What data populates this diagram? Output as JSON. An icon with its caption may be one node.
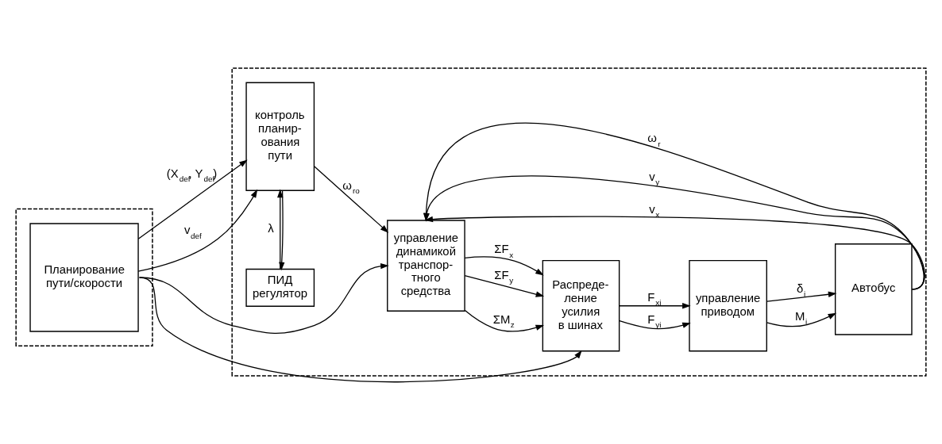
{
  "diagram": {
    "nodes": [
      {
        "text": [],
        "shape": "box"
      },
      {
        "text": [
          "Планирование пути/скорости"
        ],
        "in": 0
      },
      {
        "text": [],
        "shape": "box"
      },
      {
        "text": [
          "контроль планир- ования пути"
        ],
        "in": 2
      },
      {
        "text": [
          "ПИД регулятор"
        ],
        "in": 2
      },
      {
        "text": [
          "управление динамикой транспор- тного средства"
        ],
        "in": 2
      },
      {
        "text": [
          "Распреде- ление усилия в шинах"
        ],
        "in": 2
      },
      {
        "text": [
          "управление приводом"
        ],
        "in": 2
      },
      {
        "text": [
          "Автобус"
        ],
        "in": 2
      }
    ],
    "edges": [
      {
        "from": 1,
        "to": 3,
        "arrow": "to",
        "label": "(X$_{def}$, Y$_{def}$)"
      },
      {
        "from": 1,
        "to": 3,
        "arrow": "to",
        "label": "v$_{def}$"
      },
      {
        "from": 1,
        "to": 5,
        "arrow": "to"
      },
      {
        "from": 1,
        "to": 6,
        "arrow": "to"
      },
      {
        "from": 3,
        "to": 5,
        "arrow": "to",
        "label": "ω$_{ro}$"
      },
      {
        "from": 3,
        "to": 4,
        "arrow": "to"
      },
      {
        "from": 4,
        "to": 3,
        "arrow": "to",
        "label": "λ"
      },
      {
        "from": 5,
        "to": 6,
        "arrow": "to",
        "label": "ΣM$_{z}$"
      },
      {
        "from": 5,
        "to": 6,
        "arrow": "to",
        "label": "ΣF$_{y}$"
      },
      {
        "from": 5,
        "to": 6,
        "arrow": "to",
        "label": "ΣF$_{x}$"
      },
      {
        "from": 6,
        "to": 7,
        "arrow": "to",
        "label": "F$_{yi}$"
      },
      {
        "from": 6,
        "to": 7,
        "arrow": "to",
        "label": "F$_{xi}$"
      },
      {
        "from": 7,
        "to": 8,
        "arrow": "to",
        "label": "M$_{i}$"
      },
      {
        "from": 7,
        "to": 8,
        "arrow": "to",
        "label": "δ$_{i}$"
      },
      {
        "from": 8,
        "to": 5,
        "arrow": "to",
        "label": "v$_{x}$"
      },
      {
        "from": 8,
        "to": 5,
        "arrow": "to",
        "label": "v$_{y}$"
      },
      {
        "from": 8,
        "to": 5,
        "arrow": "to",
        "label": "ω$_{r}$"
      }
    ]
  }
}
